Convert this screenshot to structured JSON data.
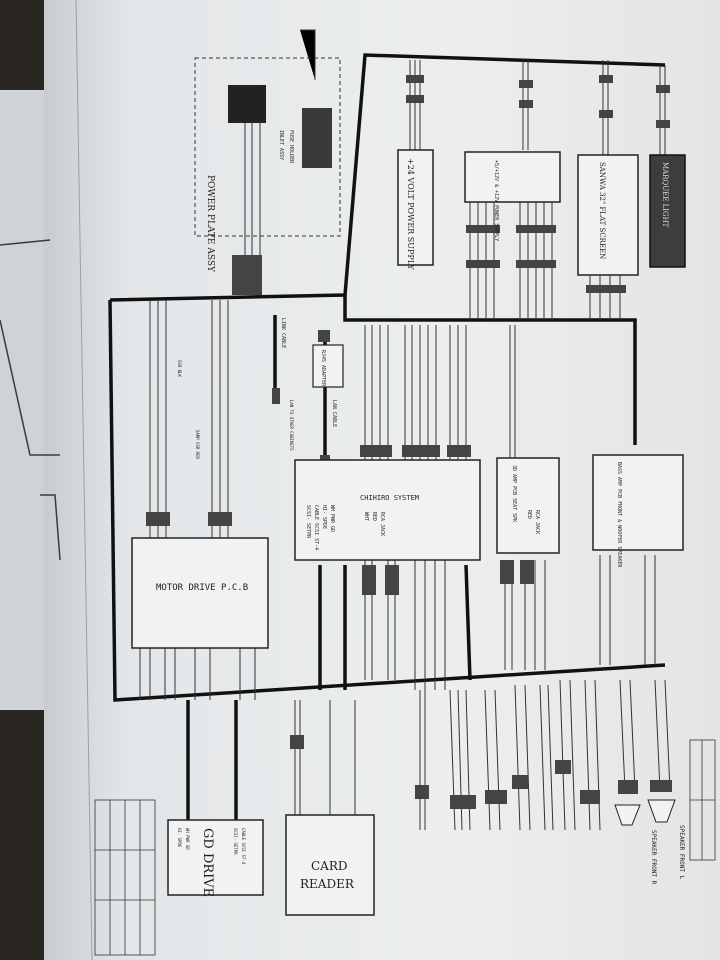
{
  "diagram": {
    "blocks": {
      "power_plate": "POWER PLATE ASSY",
      "power_plate_part1": "INLET ASSY",
      "power_plate_part2": "FUSE HOLDER",
      "power_supply_24v": "+24 VOLT POWER SUPPLY",
      "power_supply_5v12v": "+5/+12V & +12V POWER SUPPLY",
      "monitor": "SANWA 32\" FLAT SCREEN",
      "marquee": "MARQUEE LIGHT",
      "motor_drive": "MOTOR DRIVE P.C.B",
      "chihiro": "CHIHIRO SYSTEM",
      "amp_small": "3D AMP PCB SEAT SPK",
      "amp_bass": "BASS AMP PCB FRONT & WOOFER SPEAKER",
      "gd_drive": "GD DRIVE",
      "card_reader": "CARD READER",
      "speaker_front_l": "SPEAKER FRONT L",
      "speaker_front_r": "SPEAKER FRONT R",
      "rj45": "RJ45 ADAPTER",
      "link_cable": "LINK CABLE",
      "lan_cable": "LAN CABLE",
      "lan_note": "LAN TO OTHER CABINETS",
      "chihiro_pins": [
        "SCSI- SETPR",
        "CABLE SCSI ST-4",
        "HI- SPDE",
        "WH PWR GD"
      ],
      "chihiro_rca": [
        "WHT",
        "RED",
        "RCA JACK"
      ],
      "amp_rca": [
        "RED",
        "RCA JACK"
      ],
      "gd_pins": [
        "SCSI- SETPR",
        "CABLE SCSI ST-4",
        "HI- SPDE",
        "WH PWR GD"
      ],
      "motor_ssr": "SAMP SSR RED",
      "ssr_small": "SSR BLK"
    }
  }
}
